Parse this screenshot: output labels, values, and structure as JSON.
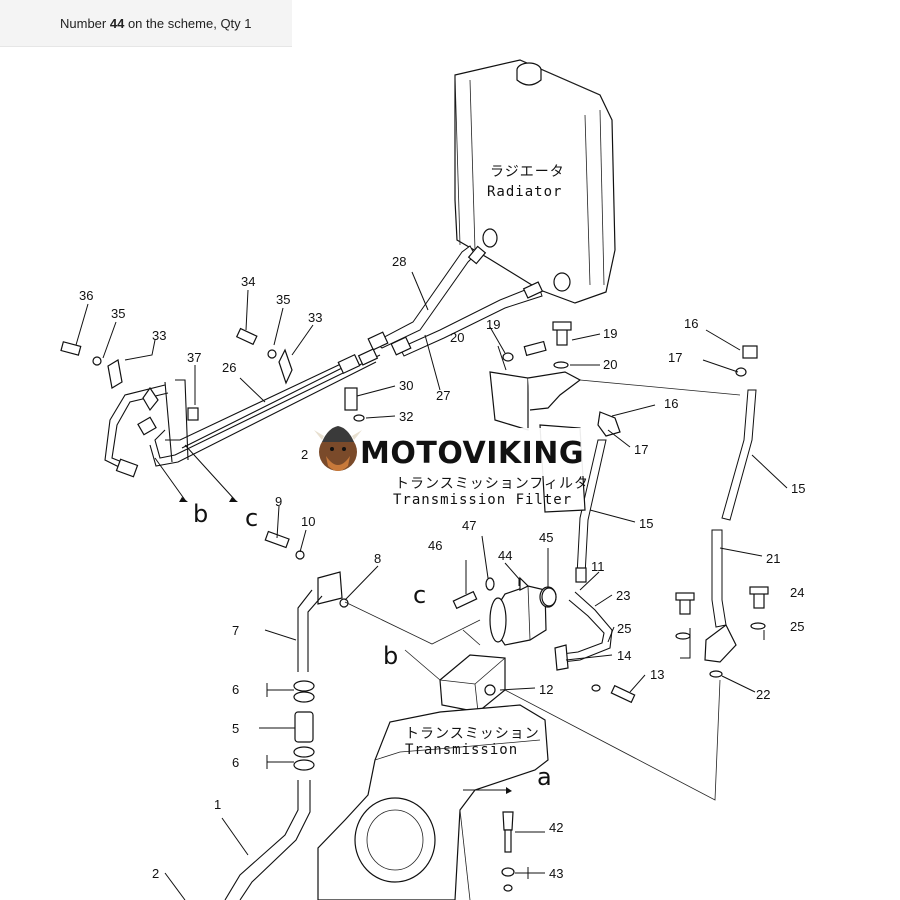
{
  "caption": {
    "prefix": "Number ",
    "number": "44",
    "suffix": " on the scheme, Qty 1"
  },
  "labels": {
    "radiator_jp": "ラジエータ",
    "radiator_en": "Radiator",
    "trans_filter_jp": "トランスミッションフィルタ",
    "trans_filter_en": "Transmission Filter",
    "transmission_jp": "トランスミッション",
    "transmission_en": "Transmission"
  },
  "watermark": {
    "text": "MOTOVIKING"
  },
  "letters": {
    "a": "a",
    "b": "b",
    "c": "c"
  },
  "callouts": {
    "n36": "36",
    "n35a": "35",
    "n33a": "33",
    "n34": "34",
    "n35b": "35",
    "n33b": "33",
    "n37": "37",
    "n26": "26",
    "n28": "28",
    "n27": "27",
    "n20a": "20",
    "n19a": "19",
    "n19b": "19",
    "n20b": "20",
    "n16a": "16",
    "n17a": "17",
    "n16b": "16",
    "n17b": "17",
    "n30": "30",
    "n32": "32",
    "n2a": "2",
    "n15a": "15",
    "n15b": "15",
    "n21": "21",
    "n9": "9",
    "n10": "10",
    "n8": "8",
    "n47": "47",
    "n46": "46",
    "n44": "44",
    "n45": "45",
    "n11": "11",
    "n23": "23",
    "n25a": "25",
    "n24": "24",
    "n25b": "25",
    "n7": "7",
    "n14": "14",
    "n13": "13",
    "n12": "12",
    "n22": "22",
    "n6a": "6",
    "n5": "5",
    "n6b": "6",
    "n1": "1",
    "n2b": "2",
    "n42": "42",
    "n43": "43"
  }
}
